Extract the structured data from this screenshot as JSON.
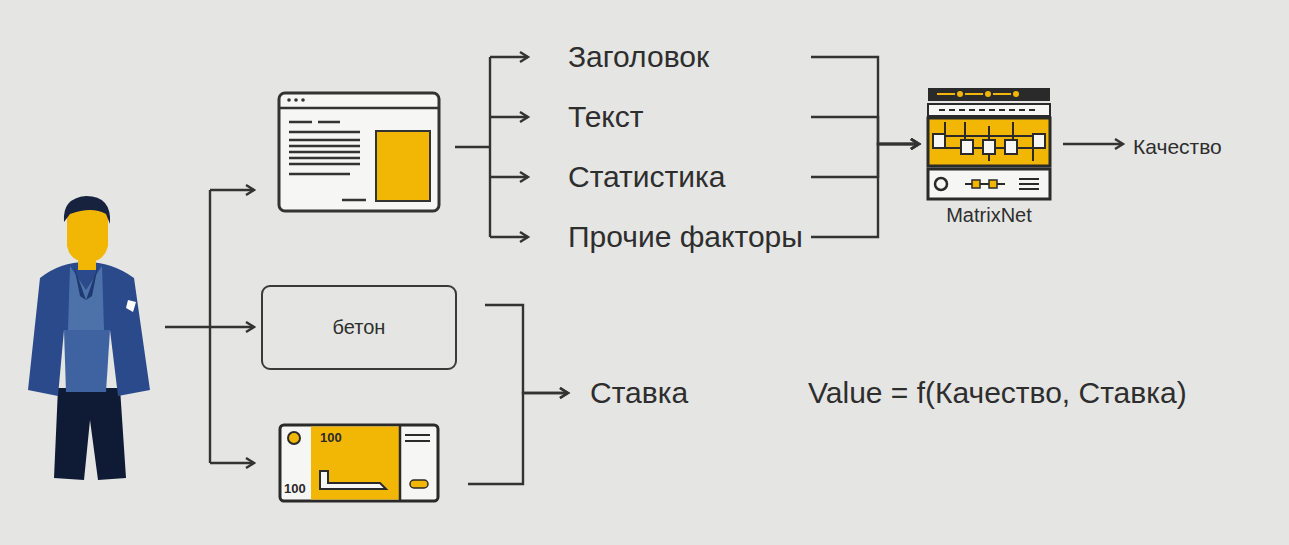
{
  "diagram": {
    "nodes": [
      {
        "text": [
          "Заголовок"
        ]
      },
      {
        "text": [
          "Текст"
        ]
      },
      {
        "text": [
          "Статистика"
        ]
      },
      {
        "text": [
          "Прочие факторы"
        ]
      },
      {
        "text": [
          "MatrixNet"
        ]
      },
      {
        "text": [
          "Качество"
        ]
      },
      {
        "text": [
          "бетон"
        ]
      },
      {
        "text": [
          "100",
          "100"
        ]
      },
      {
        "text": [
          "Ставка"
        ]
      }
    ],
    "edges": [
      {
        "from": 0,
        "to": 4,
        "arrow": "to"
      },
      {
        "from": 1,
        "to": 4,
        "arrow": "to"
      },
      {
        "from": 2,
        "to": 4,
        "arrow": "to"
      },
      {
        "from": 3,
        "to": 4,
        "arrow": "to"
      },
      {
        "from": 4,
        "to": 5,
        "arrow": "to"
      },
      {
        "from": 6,
        "to": 8,
        "arrow": "to"
      },
      {
        "from": 7,
        "to": 8,
        "arrow": "to"
      }
    ],
    "labels": [
      "Value = f(Качество, Ставка)"
    ]
  }
}
